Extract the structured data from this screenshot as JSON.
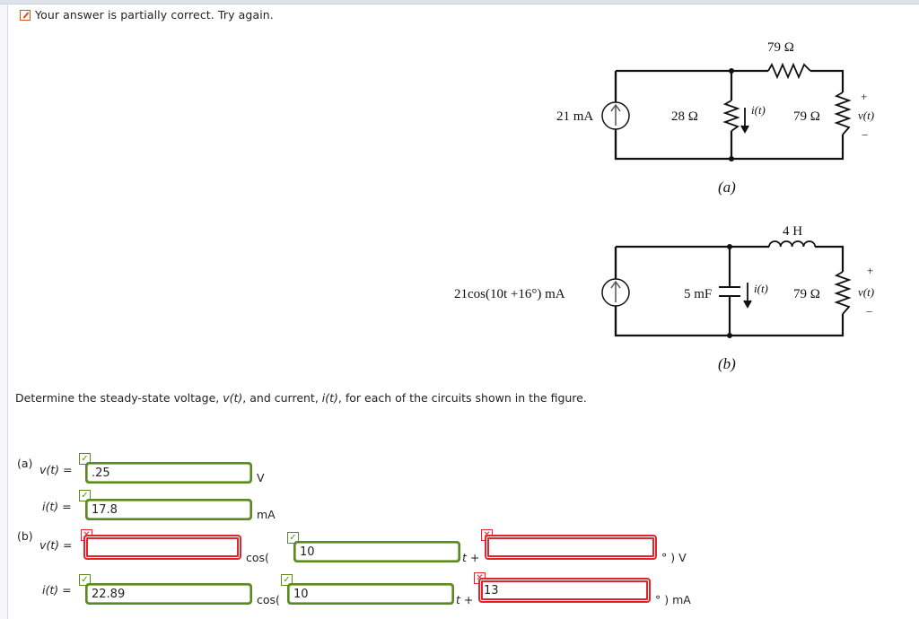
{
  "status": {
    "icon": "pencil-icon",
    "message": "Your answer is partially correct.  Try again."
  },
  "figure": {
    "circuit_a": {
      "caption": "(a)",
      "source_label": "21 mA",
      "r_parallel": "28 Ω",
      "r_series": "79 Ω",
      "r_load": "79 Ω",
      "current_label": "i(t)",
      "voltage_label": "v(t)",
      "plus": "+",
      "minus": "−"
    },
    "circuit_b": {
      "caption": "(b)",
      "source_label": "21cos(10t +16°) mA",
      "capacitor": "5 mF",
      "inductor": "4 H",
      "r_load": "79 Ω",
      "current_label": "i(t)",
      "voltage_label": "v(t)",
      "plus": "+",
      "minus": "−"
    }
  },
  "question": {
    "prefix": "Determine the steady-state voltage, ",
    "v": "v(t)",
    "mid": ", and current, ",
    "i": "i(t)",
    "suffix": ", for each of the circuits shown in the figure."
  },
  "parts": {
    "a": {
      "label": "(a)",
      "v_label": "v(t) =",
      "v_value": ".25",
      "v_status": "correct",
      "v_unit": "V",
      "i_label": "i(t) =",
      "i_value": "17.8",
      "i_status": "correct",
      "i_unit": "mA"
    },
    "b": {
      "label": "(b)",
      "v_label": "v(t) =",
      "v_amp": "",
      "v_amp_status": "incorrect",
      "v_cos": "cos(",
      "v_omega": "10",
      "v_omega_status": "correct",
      "v_t": "t +",
      "v_phase": "",
      "v_phase_status": "incorrect",
      "v_unit": "° ) V",
      "i_label": "i(t) =",
      "i_amp": "22.89",
      "i_amp_status": "correct",
      "i_cos": "cos(",
      "i_omega": "10",
      "i_omega_status": "correct",
      "i_t": "t +",
      "i_phase": "13",
      "i_phase_status": "incorrect",
      "i_unit": "° ) mA"
    }
  },
  "badges": {
    "correct_glyph": "✓",
    "incorrect_glyph": "✕"
  },
  "colors": {
    "correct": "#5b8a24",
    "incorrect": "#e0262b",
    "status": "#d9541e"
  }
}
